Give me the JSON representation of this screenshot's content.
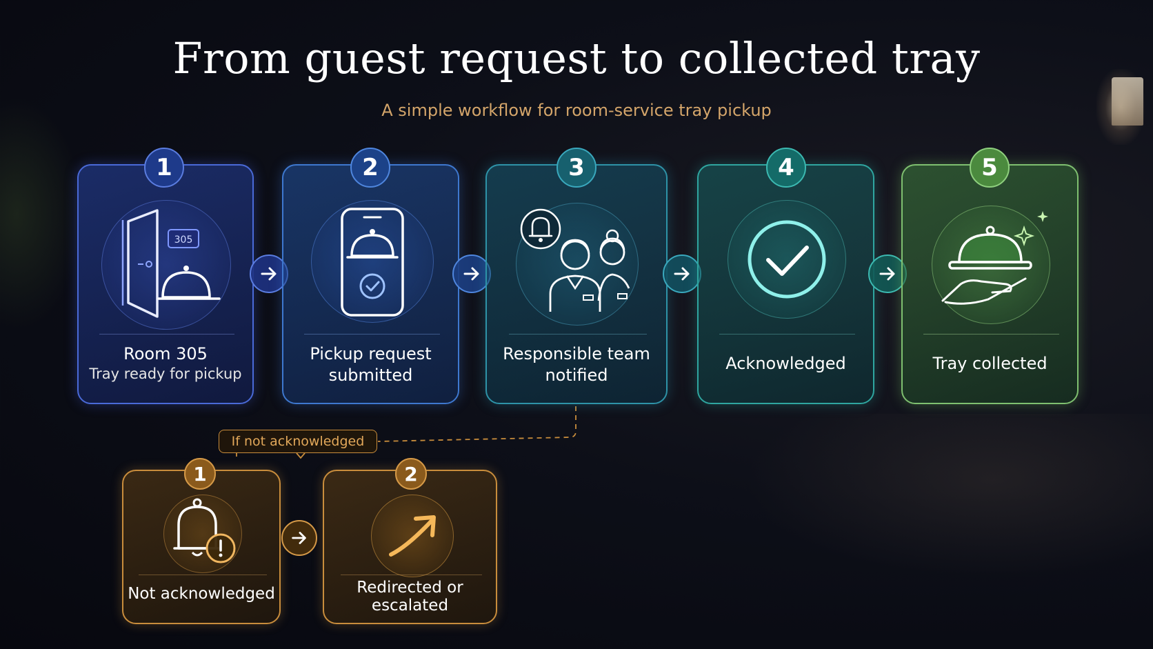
{
  "title": "From guest request to collected tray",
  "subtitle": "A simple workflow for room-service tray pickup",
  "main_steps": [
    {
      "number": "1",
      "title": "Room 305",
      "subtitle": "Tray ready for pickup",
      "icon": "door-cloche-icon",
      "room_sign": "305"
    },
    {
      "number": "2",
      "line1": "Pickup request",
      "line2": "submitted",
      "icon": "phone-request-icon"
    },
    {
      "number": "3",
      "line1": "Responsible team",
      "line2": "notified",
      "icon": "team-notified-icon"
    },
    {
      "number": "4",
      "line1": "Acknowledged",
      "icon": "checkmark-icon"
    },
    {
      "number": "5",
      "line1": "Tray collected",
      "icon": "collected-tray-icon"
    }
  ],
  "branch_label": "If not acknowledged",
  "escalation_steps": [
    {
      "number": "1",
      "line1": "Not acknowledged",
      "icon": "bell-warning-icon"
    },
    {
      "number": "2",
      "line1": "Redirected or",
      "line2": "escalated",
      "icon": "escalate-arrow-icon"
    }
  ],
  "colors": {
    "blue": "#4a6ad8",
    "blue2": "#3e78cf",
    "teal": "#2e93a8",
    "teal2": "#2fa6a0",
    "green": "#7fc070",
    "amber": "#c98d3c",
    "subtitle": "#d4a56a"
  }
}
